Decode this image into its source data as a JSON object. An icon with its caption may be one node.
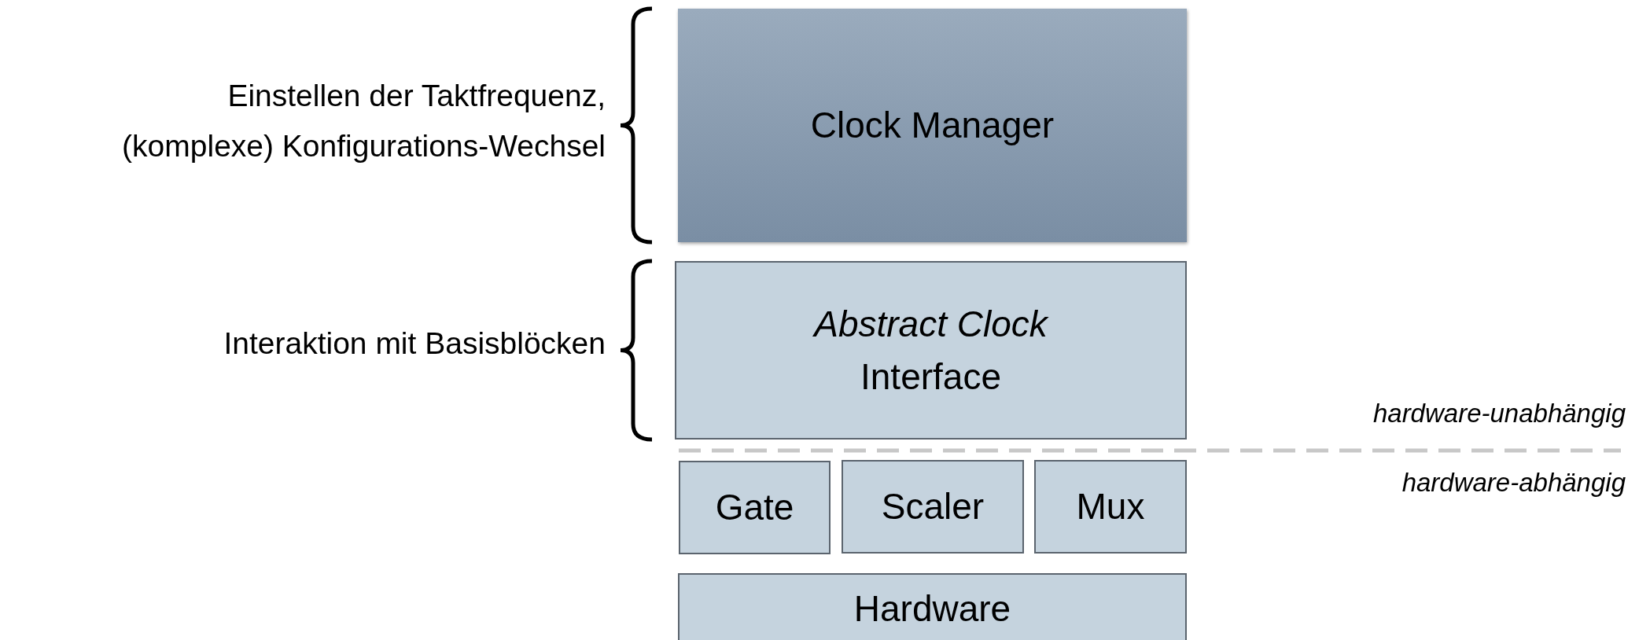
{
  "diagram": {
    "nodes": [
      {
        "text": [
          "Clock Manager"
        ],
        "beside": [
          "Einstellen der Taktfrequenz, (komplexe) Konfigurations-Wechsel"
        ]
      },
      {
        "text": [
          "Abstract Clock",
          "Interface"
        ],
        "beside": [
          "Interaktion mit Basisblöcken"
        ]
      },
      {
        "text": [
          "Gate"
        ]
      },
      {
        "text": [
          "Scaler"
        ]
      },
      {
        "text": [
          "Mux"
        ]
      },
      {
        "text": [
          "Hardware"
        ]
      }
    ],
    "labels": [
      "hardware-unabhängig",
      "hardware-abhängig"
    ]
  }
}
